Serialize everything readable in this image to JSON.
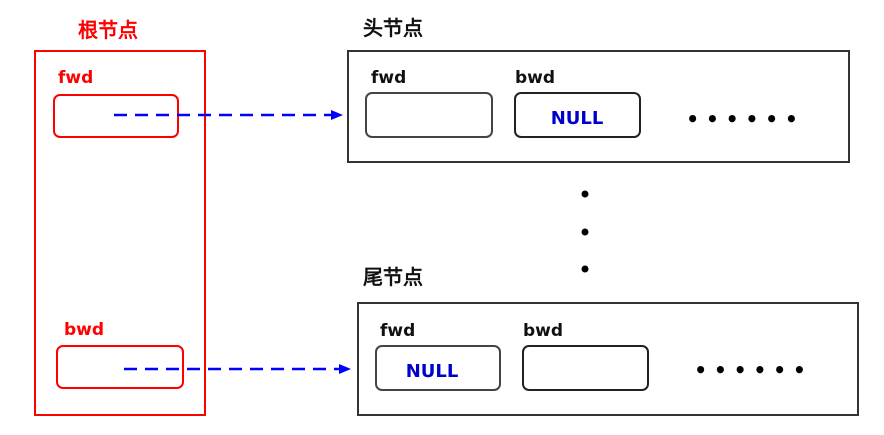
{
  "root": {
    "title": "根节点",
    "fwd_label": "fwd",
    "bwd_label": "bwd"
  },
  "head": {
    "title": "头节点",
    "fwd_label": "fwd",
    "bwd_label": "bwd",
    "bwd_value": "NULL",
    "ellipsis": "• • • • • •"
  },
  "tail": {
    "title": "尾节点",
    "fwd_label": "fwd",
    "bwd_label": "bwd",
    "fwd_value": "NULL",
    "ellipsis": "• • • • • •"
  },
  "colors": {
    "root": "#ff0000",
    "arrow": "#0000ff",
    "null_text": "#0000cc",
    "node_border": "#333333",
    "field_border": "#444444"
  }
}
